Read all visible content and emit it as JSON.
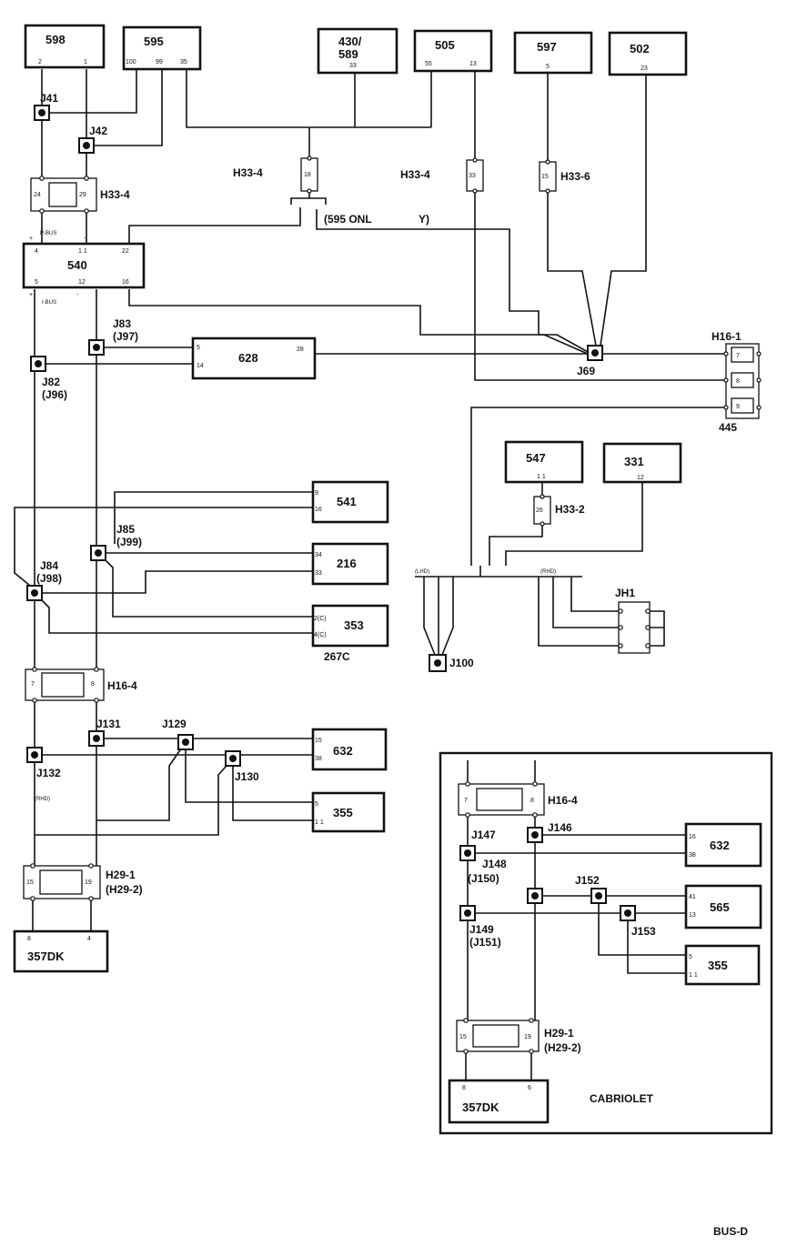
{
  "page_tag": "BUS-D",
  "modules": {
    "m598": {
      "name": "598",
      "pins": [
        "2",
        "1"
      ]
    },
    "m595": {
      "name": "595",
      "pins": [
        "100",
        "99",
        "35"
      ]
    },
    "m430": {
      "name_line1": "430/",
      "name_line2": "589",
      "pin": "33"
    },
    "m505": {
      "name": "505",
      "pins": [
        "55",
        "13"
      ]
    },
    "m597": {
      "name": "597",
      "pin": "5"
    },
    "m502": {
      "name": "502",
      "pin": "23"
    },
    "m540": {
      "name": "540",
      "pins_top": [
        "4",
        "1 1",
        "22"
      ],
      "pins_bottom": [
        "5",
        "12",
        "16"
      ]
    },
    "m628": {
      "name": "628",
      "pins": [
        "5",
        "14",
        "28"
      ]
    },
    "m547": {
      "name": "547",
      "pin": "1 1"
    },
    "m331": {
      "name": "331",
      "pin": "12"
    },
    "m541": {
      "name": "541",
      "pins": [
        "9",
        "16"
      ]
    },
    "m216": {
      "name": "216",
      "pins": [
        "34",
        "33"
      ]
    },
    "m353": {
      "name": "353",
      "pins": [
        "2(C)",
        "4(C)"
      ],
      "sublabel": "267C"
    },
    "m632": {
      "name": "632",
      "pins": [
        "15",
        "38"
      ]
    },
    "m355": {
      "name": "355",
      "pins": [
        "5",
        "1 1"
      ]
    },
    "m357dk": {
      "name": "357DK",
      "pins": [
        "8",
        "4"
      ]
    },
    "m445": {
      "name": "445"
    }
  },
  "connectors": {
    "h33_4_upper": {
      "name": "H33-4",
      "pins": [
        "24",
        "29"
      ]
    },
    "h33_4_mid": {
      "name": "H33-4",
      "pin": "18"
    },
    "h33_4_right": {
      "name": "H33-4",
      "pin": "33"
    },
    "h33_6": {
      "name": "H33-6",
      "pin": "15"
    },
    "h33_2": {
      "name": "H33-2",
      "pin": "26"
    },
    "h16_1": {
      "name": "H16-1",
      "pins": [
        "7",
        "8",
        "9"
      ]
    },
    "h16_4": {
      "name": "H16-4",
      "pins": [
        "7",
        "8"
      ]
    },
    "h29_1": {
      "name": "H29-1",
      "alt": "(H29-2)",
      "pins": [
        "15",
        "19"
      ]
    },
    "jh1": {
      "name": "JH1"
    }
  },
  "joints": {
    "j41": "J41",
    "j42": "J42",
    "j83": "J83",
    "j83_alt": "(J97)",
    "j82": "J82",
    "j82_alt": "(J96)",
    "j69": "J69",
    "j85": "J85",
    "j85_alt": "(J99)",
    "j84": "J84",
    "j84_alt": "(J98)",
    "j100": "J100",
    "j131": "J131",
    "j129": "J129",
    "j132": "J132",
    "j130": "J130"
  },
  "bus_labels": {
    "p_bus": "P-BUS",
    "i_bus": "I-BUS",
    "plus": "+",
    "minus": "-"
  },
  "notes": {
    "only_595": "(595 ONL",
    "only_595_y": "Y)",
    "lhd": "(LHD)",
    "rhd": "(RHD)",
    "rhd_left": "(RHD)"
  },
  "cabriolet": {
    "title": "CABRIOLET",
    "h16_4": {
      "name": "H16-4",
      "pins": [
        "7",
        "8"
      ]
    },
    "j147": "J147",
    "j146": "J146",
    "j148": "J148",
    "j148_alt": "(J150)",
    "j152": "J152",
    "j149": "J149",
    "j149_alt": "(J151)",
    "j153": "J153",
    "m632": {
      "name": "632",
      "pins": [
        "16",
        "38"
      ]
    },
    "m565": {
      "name": "565",
      "pins": [
        "41",
        "13"
      ]
    },
    "m355": {
      "name": "355",
      "pins": [
        "5",
        "1 1"
      ]
    },
    "h29_1": {
      "name": "H29-1",
      "alt": "(H29-2)",
      "pins": [
        "15",
        "19"
      ]
    },
    "m357dk": {
      "name": "357DK",
      "pins": [
        "8",
        "6"
      ]
    }
  }
}
